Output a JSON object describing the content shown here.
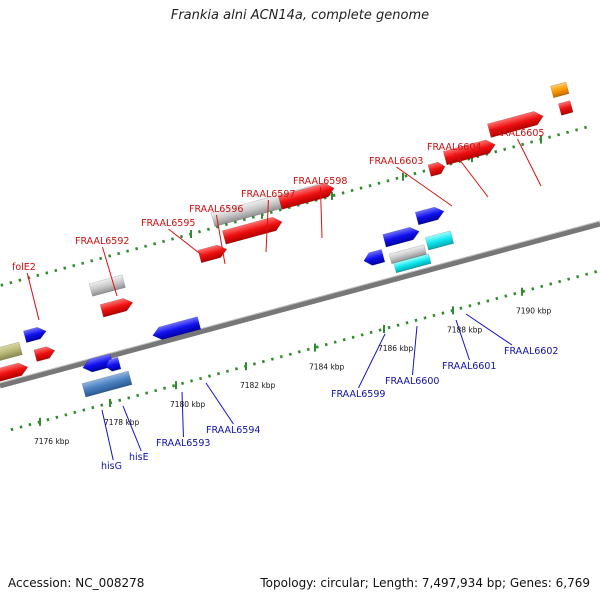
{
  "title": "Frankia alni ACN14a, complete genome",
  "footer": {
    "accession": "Accession: NC_008278",
    "topology": "Topology: circular; Length: 7,497,934 bp; Genes: 6,769"
  },
  "colors": {
    "backbone": "#777777",
    "dots": "#2e8b2e",
    "upper_label": "#cc1111",
    "lower_label": "#1111aa"
  },
  "ticks": [
    {
      "kbp": 7176,
      "label": "7176 kbp"
    },
    {
      "kbp": 7178,
      "label": "7178 kbp"
    },
    {
      "kbp": 7180,
      "label": "7180 kbp"
    },
    {
      "kbp": 7182,
      "label": "7182 kbp"
    },
    {
      "kbp": 7184,
      "label": "7184 kbp"
    },
    {
      "kbp": 7186,
      "label": "7186 kbp"
    },
    {
      "kbp": 7188,
      "label": "7188 kbp"
    },
    {
      "kbp": 7190,
      "label": "7190 kbp"
    }
  ],
  "genes_upper": [
    {
      "name": "folE2",
      "color": "#ff1a1a"
    },
    {
      "name": "FRAAL6592",
      "color": "#ff1a1a"
    },
    {
      "name": "FRAAL6595",
      "color": "#ff1a1a"
    },
    {
      "name": "FRAAL6596",
      "color": "#ff1a1a"
    },
    {
      "name": "FRAAL6597",
      "color": "#ff1a1a"
    },
    {
      "name": "FRAAL6598",
      "color": "#ff1a1a"
    },
    {
      "name": "FRAAL6603",
      "color": "#ff1a1a"
    },
    {
      "name": "FRAAL6604",
      "color": "#ff1a1a"
    },
    {
      "name": "FRAAL6605",
      "color": "#ff1a1a"
    }
  ],
  "genes_lower": [
    {
      "name": "hisG",
      "color": "#1a1aee"
    },
    {
      "name": "hisE",
      "color": "#1a1aee"
    },
    {
      "name": "FRAAL6593",
      "color": "#1a1aee"
    },
    {
      "name": "FRAAL6594",
      "color": "#1a1aee"
    },
    {
      "name": "FRAAL6599",
      "color": "#1a1aee"
    },
    {
      "name": "FRAAL6600",
      "color": "#1a1aee"
    },
    {
      "name": "FRAAL6601",
      "color": "#1a1aee"
    },
    {
      "name": "FRAAL6602",
      "color": "#1a1aee"
    }
  ]
}
